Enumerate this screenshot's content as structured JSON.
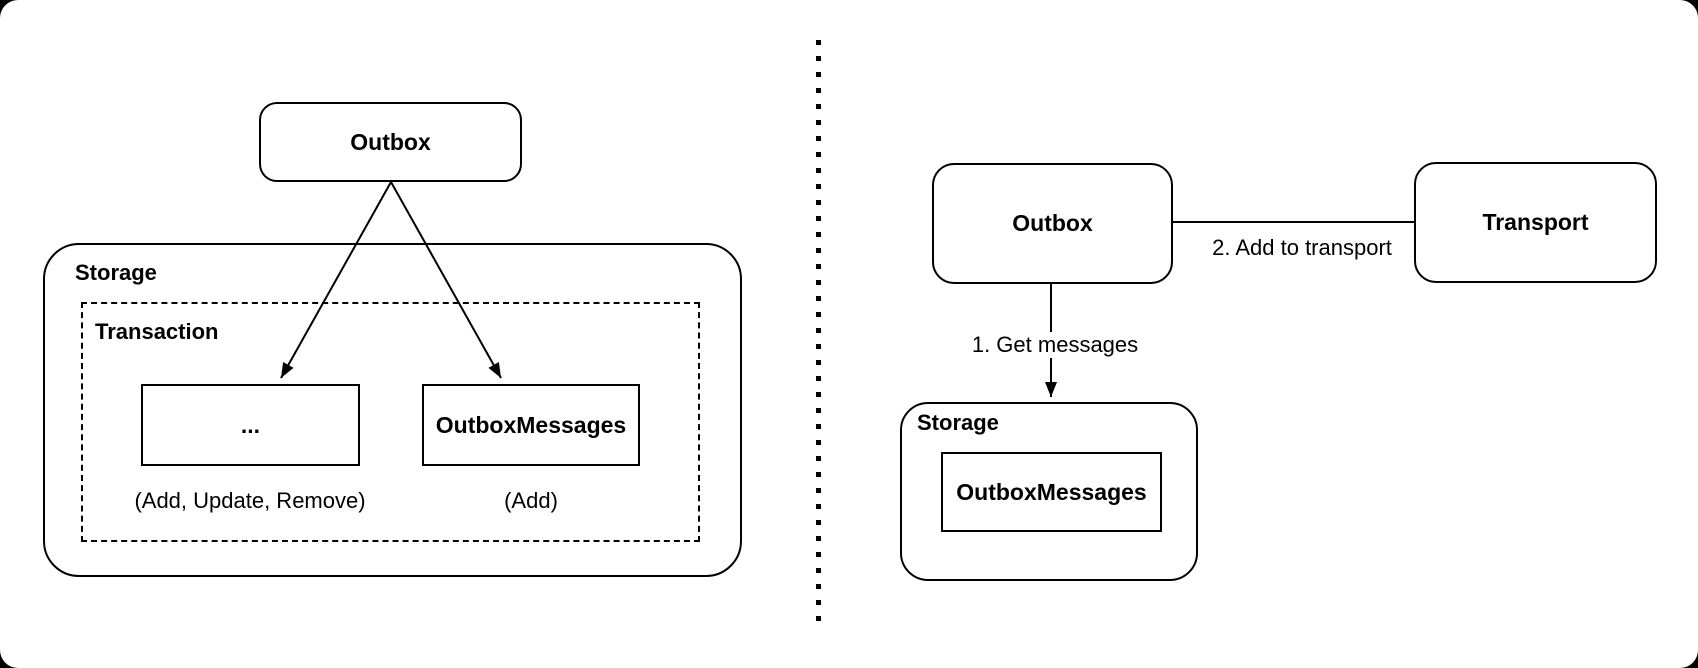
{
  "left_diagram": {
    "outbox_label": "Outbox",
    "storage_label": "Storage",
    "transaction_label": "Transaction",
    "ellipsis_box_label": "...",
    "outbox_messages_box_label": "OutboxMessages",
    "ellipsis_caption": "(Add, Update, Remove)",
    "add_caption": "(Add)"
  },
  "right_diagram": {
    "outbox_label": "Outbox",
    "transport_label": "Transport",
    "storage_label": "Storage",
    "outbox_messages_box_label": "OutboxMessages",
    "get_messages_edge_label": "1. Get messages",
    "add_to_transport_edge_label": "2. Add to transport"
  },
  "colors": {
    "stroke": "#000000",
    "text": "#000000",
    "canvas_background": "#ffffff",
    "page_background": "#000000"
  }
}
